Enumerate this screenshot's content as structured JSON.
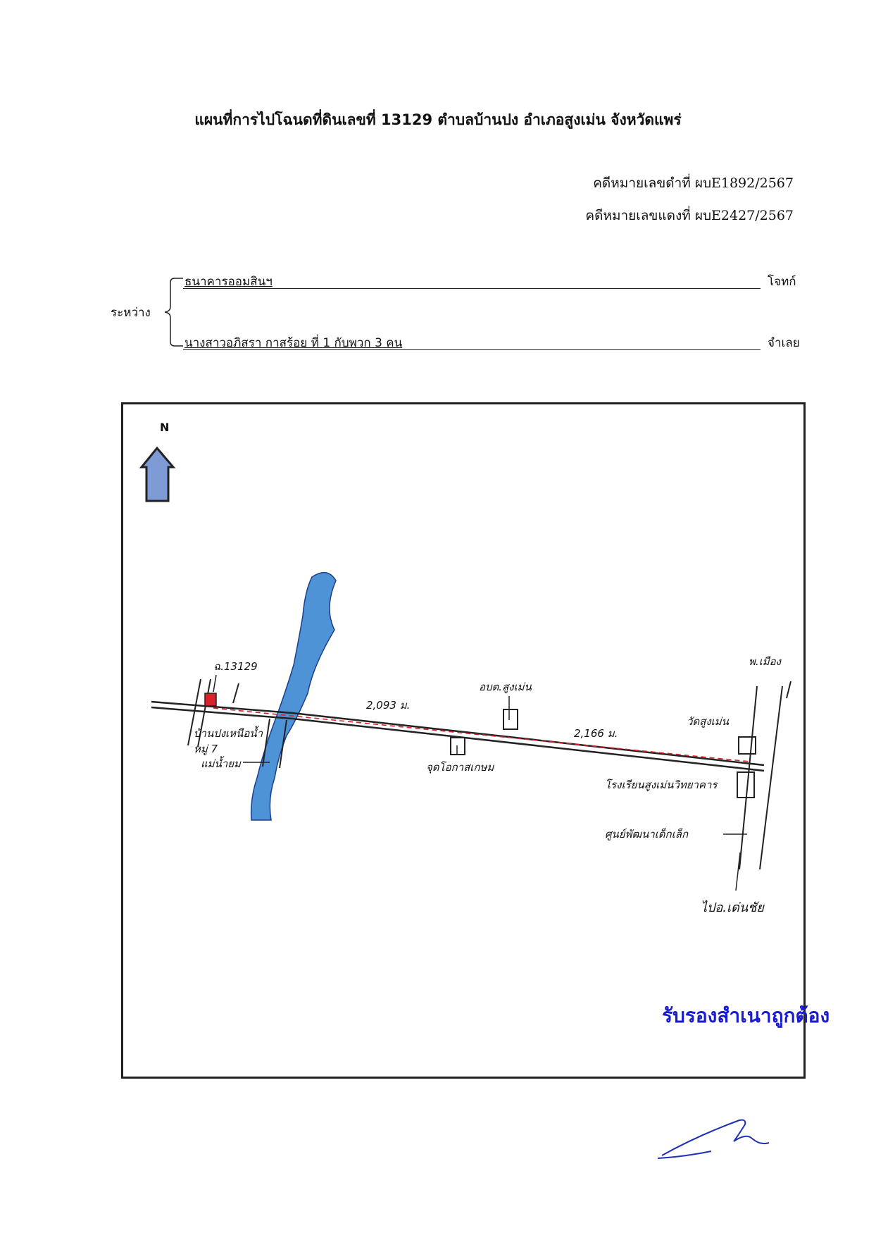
{
  "header": {
    "title": "แผนที่การไปโฉนดที่ดินเลขที่ 13129   ตำบลบ้านปง  อำเภอสูงเม่น จังหวัดแพร่",
    "case_black": "คดีหมายเลขดำที่  ผบE1892/2567",
    "case_red": "คดีหมายเลขแดงที่  ผบE2427/2567"
  },
  "parties": {
    "between_label": "ระหว่าง",
    "plaintiff_name": "ธนาคารออมสินฯ",
    "plaintiff_role": "โจทก์",
    "defendant_name": "นางสาวอภิสรา  กาสร้อย  ที่ 1 กับพวก 3 คน",
    "defendant_role": "จำเลย"
  },
  "map": {
    "north_label": "N",
    "north_arrow_color": "#7f9bd6",
    "river_color": "#4d93d6",
    "route_color": "#d9232b",
    "labels": {
      "parcel": "ฉ.13129",
      "village": "บ้านปงเหนือน้ำ",
      "village_moo": "หมู่ 7",
      "river": "แม่น้ำยม",
      "distance_1": "2,093 ม.",
      "sao": "อบต.สูงเม่น",
      "khlong": "จุดโอกาสเกษม",
      "distance_2": "2,166 ม.",
      "wat": "วัดสูงเม่น",
      "to_phrae": "พ.เมือง",
      "school": "โรงเรียนสูงเม่นวิทยาคาร",
      "center": "ศูนย์พัฒนาเด็กเล็ก",
      "to_denchai": "ไปอ.เด่นชัย"
    }
  },
  "stamp": {
    "text": "รับรองสำเนาถูกต้อง",
    "color": "#1a1acf"
  },
  "signature": {
    "color": "#1f2fb8"
  }
}
